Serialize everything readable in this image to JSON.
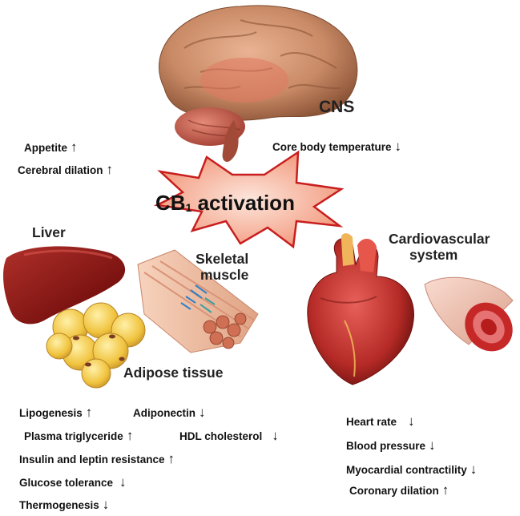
{
  "central": {
    "prefix": "CB",
    "subscript": "1",
    "suffix": " activation"
  },
  "organs": {
    "cns": "CNS",
    "liver": "Liver",
    "skeletal_muscle": [
      "Skeletal",
      "muscle"
    ],
    "adipose": "Adipose tissue",
    "cardiovascular": [
      "Cardiovascular",
      "system"
    ]
  },
  "effects": {
    "cns_left": [
      {
        "label": "Appetite",
        "arrow": "↑"
      },
      {
        "label": "Cerebral dilation",
        "arrow": "↑"
      }
    ],
    "cns_right": [
      {
        "label": "Core body temperature",
        "arrow": "↓"
      }
    ],
    "metabolic": [
      {
        "label": "Lipogenesis",
        "arrow": "↑"
      },
      {
        "label": "Adiponectin",
        "arrow": "↓"
      },
      {
        "label": "Plasma triglyceride",
        "arrow": "↑"
      },
      {
        "label": "HDL cholesterol",
        "arrow": "↓"
      },
      {
        "label": "Insulin and leptin resistance",
        "arrow": "↑"
      },
      {
        "label": "Glucose tolerance",
        "arrow": "↓"
      },
      {
        "label": "Thermogenesis",
        "arrow": "↓"
      }
    ],
    "cardio": [
      {
        "label": "Heart rate",
        "arrow": "↓"
      },
      {
        "label": "Blood pressure",
        "arrow": "↓"
      },
      {
        "label": "Myocardial contractility",
        "arrow": "↓"
      },
      {
        "label": "Coronary dilation",
        "arrow": "↑"
      }
    ]
  },
  "colors": {
    "burst_fill": "#f4a48a",
    "burst_stroke": "#c81e1e",
    "brain": "#c98a66",
    "liver": "#8a1a17",
    "adipose": "#f2c94c",
    "heart": "#c0392b"
  }
}
